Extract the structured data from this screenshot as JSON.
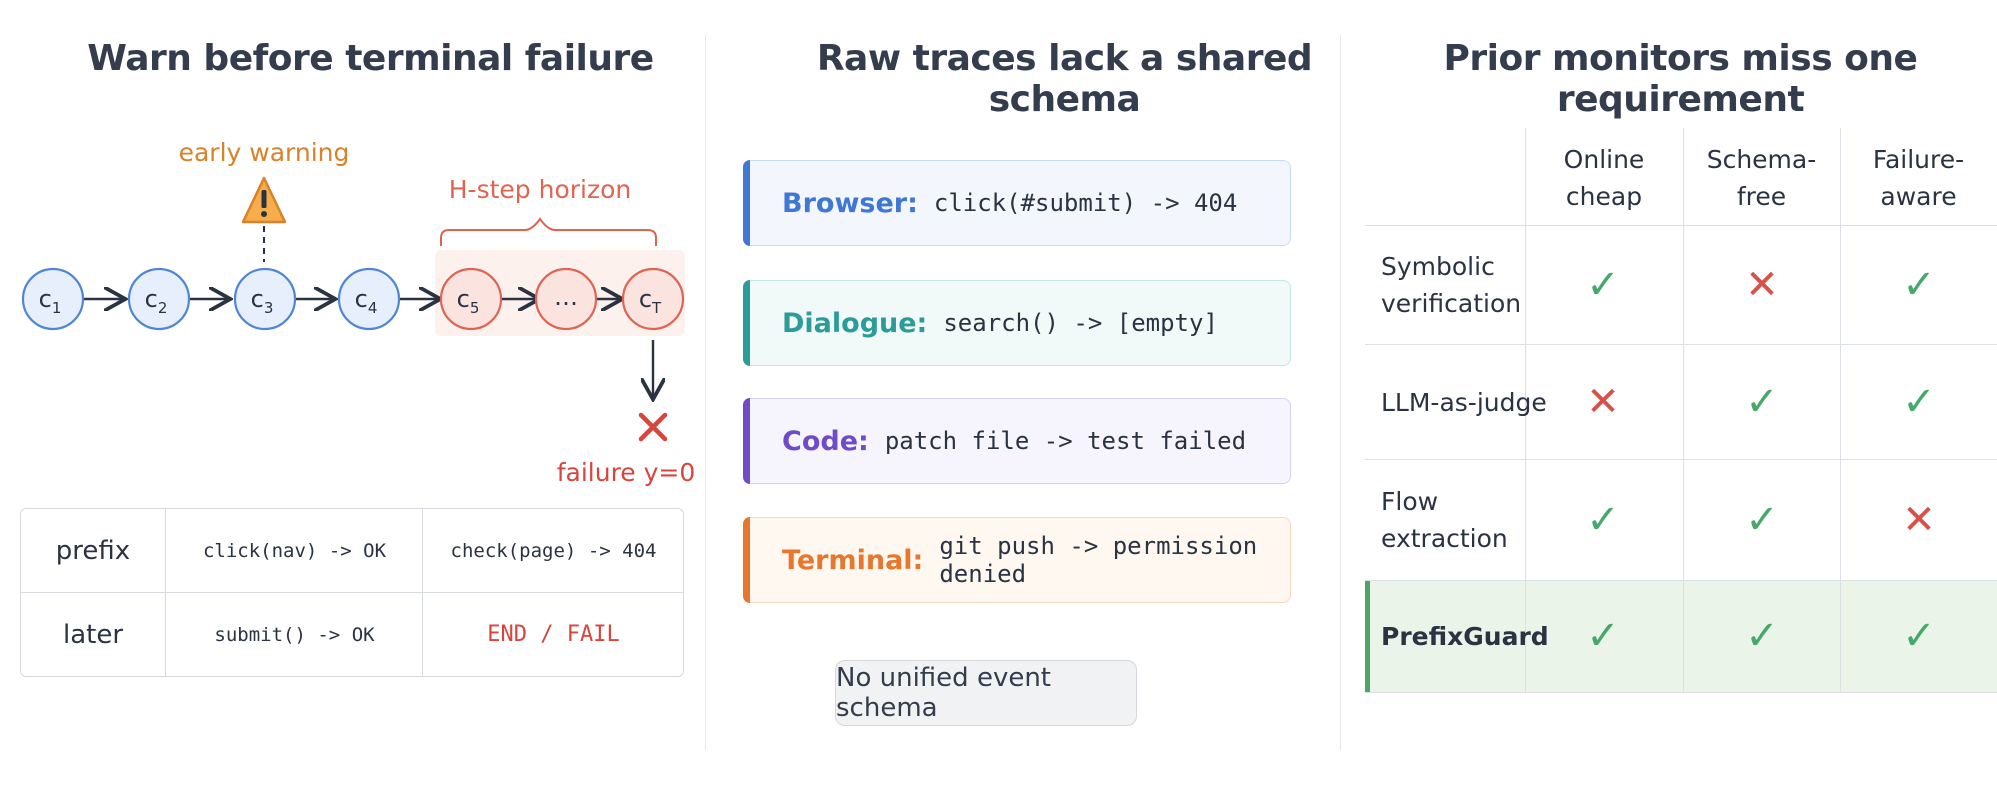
{
  "panel1": {
    "title": "Warn before terminal failure",
    "early_warning": "early warning",
    "horizon_label": "H-step horizon",
    "failure_label": "failure y=0",
    "nodes": [
      "c1",
      "c2",
      "c3",
      "c4",
      "c5",
      "…",
      "cT"
    ],
    "table": [
      {
        "label": "prefix",
        "a": "click(nav) -> OK",
        "b": "check(page) -> 404"
      },
      {
        "label": "later",
        "a": "submit() -> OK",
        "b": "END / FAIL"
      }
    ]
  },
  "panel2": {
    "title": "Raw traces lack a shared schema",
    "cards": [
      {
        "label": "Browser:",
        "value": "click(#submit) -> 404",
        "color": "#3f77d4",
        "bg": "#f3f7fd",
        "border": "#c9dbf4"
      },
      {
        "label": "Dialogue:",
        "value": "search() -> [empty]",
        "color": "#2c9c98",
        "bg": "#f1faf9",
        "border": "#c2e6e3"
      },
      {
        "label": "Code:",
        "value": "patch file -> test failed",
        "color": "#6f4bc9",
        "bg": "#f6f4fd",
        "border": "#d8d0f1"
      },
      {
        "label": "Terminal:",
        "value": "git push -> permission denied",
        "color": "#e8772e",
        "bg": "#fff8f1",
        "border": "#f7d9bf"
      }
    ],
    "badge": "No unified event schema"
  },
  "panel3": {
    "title": "Prior monitors miss one requirement",
    "columns": [
      {
        "line1": "Online",
        "line2": "cheap"
      },
      {
        "line1": "Schema-",
        "line2": "free"
      },
      {
        "line1": "Failure-",
        "line2": "aware"
      }
    ],
    "rows": [
      {
        "line1": "Symbolic",
        "line2": "verification",
        "marks": [
          true,
          false,
          true
        ]
      },
      {
        "line1": "LLM-as-judge",
        "line2": "",
        "marks": [
          false,
          true,
          true
        ]
      },
      {
        "line1": "Flow",
        "line2": "extraction",
        "marks": [
          true,
          true,
          false
        ]
      },
      {
        "line1": "PrefixGuard",
        "line2": "",
        "marks": [
          true,
          true,
          true
        ]
      }
    ],
    "check_glyph": "✓",
    "cross_glyph": "✕"
  }
}
